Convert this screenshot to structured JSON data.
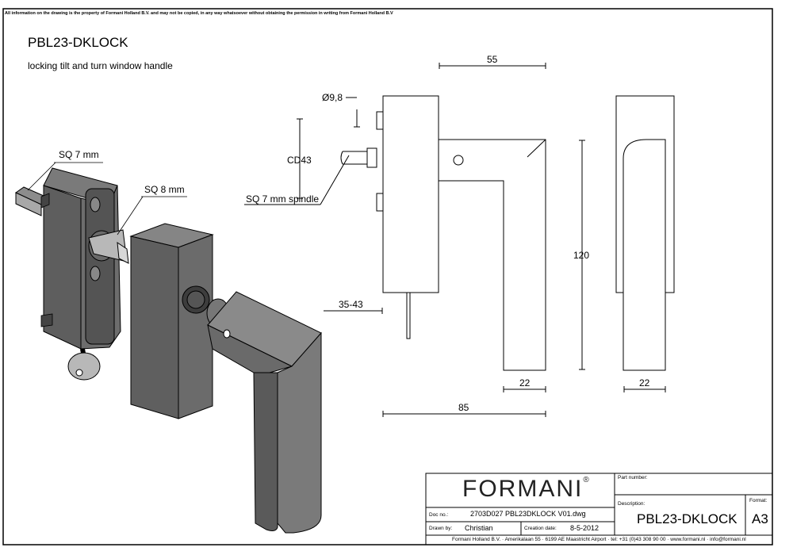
{
  "sheet": {
    "notice": "All information on the drawing is the property of Formani Holland B.V. and may not be copied, in any way whatsoever without obtaining the permission in writing from Formani Holland B.V",
    "title": "PBL23-DKLOCK",
    "subtitle": "locking tilt and turn window handle"
  },
  "callouts": {
    "sq7": "SQ 7 mm",
    "sq8": "SQ 8 mm",
    "diameter": "Ø9,8",
    "cd": "CD43",
    "spindle": "SQ 7 mm spindle"
  },
  "dimensions": {
    "d55": "55",
    "d120": "120",
    "d35_43": "35-43",
    "d22_left": "22",
    "d22_right": "22",
    "d85": "85"
  },
  "title_block": {
    "logo": "FORMANI",
    "logo_mark": "®",
    "part_number_label": "Part number:",
    "description_label": "Description:",
    "description": "PBL23-DKLOCK",
    "format_label": "Format:",
    "format": "A3",
    "doc_no_label": "Doc no.:",
    "doc_no": "2703D027 PBL23DKLOCK V01.dwg",
    "drawn_by_label": "Drawn by:",
    "drawn_by": "Christian",
    "creation_date_label": "Creation date:",
    "creation_date": "8-5-2012",
    "footer": "Formani Holland B.V. · Amerikalaan 55 · 6199 AE Maastricht Airport · tel: +31 (0)43 308 90 00 · www.formani.nl · info@formani.nl"
  },
  "colors": {
    "line": "#000000",
    "metal_dark": "#5a5a5a",
    "metal_mid": "#7c7c7c",
    "metal_light": "#9a9a9a"
  }
}
